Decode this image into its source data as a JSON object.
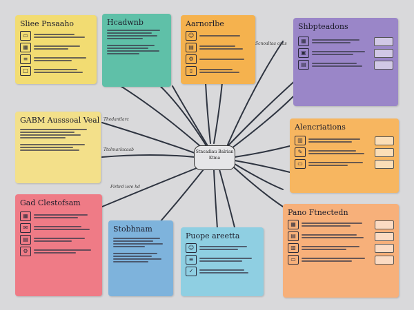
{
  "center": {
    "text": "Stncadiau Balrian Ktma"
  },
  "cards": [
    {
      "id": "yellow-top",
      "title": "Sliee Pnsaaho",
      "color": "#f2dc72"
    },
    {
      "id": "teal-top",
      "title": "Hcadwnb",
      "color": "#5fc0a8"
    },
    {
      "id": "orange-top",
      "title": "Aarnorlbe",
      "color": "#f5b24e"
    },
    {
      "id": "purple",
      "title": "Shbpteadons",
      "color": "#9a86c8"
    },
    {
      "id": "yellow-mid",
      "title": "GABM Ausssoal Veal",
      "color": "#f3e08a"
    },
    {
      "id": "orange-mid",
      "title": "Alencriations",
      "color": "#f7b660"
    },
    {
      "id": "pink",
      "title": "Gad Clestofsam",
      "color": "#ef7b86"
    },
    {
      "id": "blue",
      "title": "Stobhnam",
      "color": "#7eb3dc"
    },
    {
      "id": "cyan",
      "title": "Puope areetta",
      "color": "#8fcfe2"
    },
    {
      "id": "peach",
      "title": "Pano Ftnectedn",
      "color": "#f7b07a"
    }
  ],
  "edge_labels": {
    "a": "Thedantlarc",
    "b": "Ttolmarlacaab",
    "c": "Firbrd iore hd",
    "d": "Scnoaltaa coas"
  }
}
